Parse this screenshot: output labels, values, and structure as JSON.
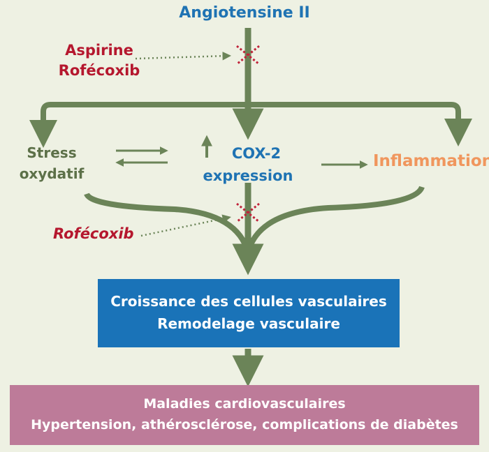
{
  "nodes": {
    "angiotensine": "Angiotensine II",
    "inhibitors_top": [
      "Aspirine",
      "Rofécoxib"
    ],
    "stress": [
      "Stress",
      "oxydatif"
    ],
    "cox": [
      "COX-2",
      "expression"
    ],
    "inflammation": "Inflammation",
    "inhibitor_bottom": "Rofécoxib",
    "growth_box": [
      "Croissance des cellules vasculaires",
      "Remodelage vasculaire"
    ],
    "disease_box": [
      "Maladies cardiovasculaires",
      "Hypertension, athérosclérose, complications de diabètes"
    ]
  },
  "colors": {
    "background": "#eef1e3",
    "arrow_green": "#6b8458",
    "title_blue": "#1f73b3",
    "inhibitor_red": "#b5172e",
    "stress_green": "#5c7048",
    "inflammation_orange": "#f0965d",
    "growth_box_blue": "#1a73b8",
    "disease_box_mauve": "#bd7b99"
  }
}
